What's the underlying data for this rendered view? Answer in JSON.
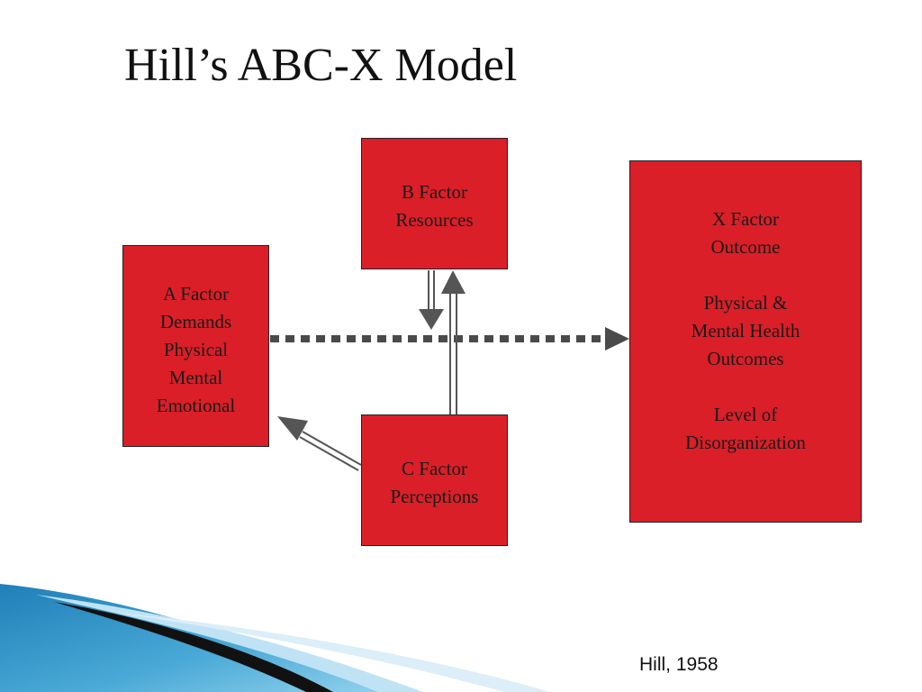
{
  "title": "Hill’s ABC-X Model",
  "boxes": {
    "a": [
      "A Factor",
      "Demands",
      "Physical",
      "Mental",
      "Emotional"
    ],
    "b": [
      "B Factor",
      "Resources"
    ],
    "c": [
      "C Factor",
      "Perceptions"
    ],
    "x": [
      "X Factor",
      "Outcome",
      "",
      "Physical &",
      "Mental Health",
      "Outcomes",
      "",
      "Level of",
      "Disorganization"
    ]
  },
  "citation": "Hill, 1958",
  "colors": {
    "box_fill": "#da1f28",
    "arrow": "#555555",
    "dotted_arrow": "#4a4a4a"
  }
}
